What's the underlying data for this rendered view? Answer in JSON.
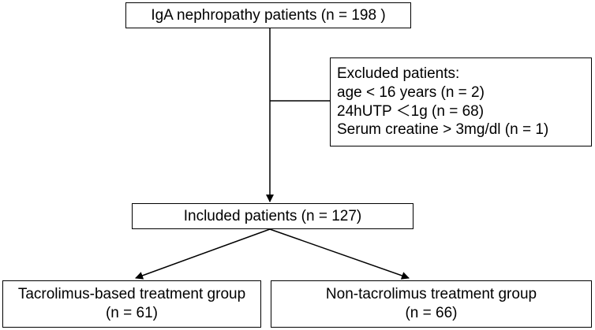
{
  "flowchart": {
    "total": {
      "label": "IgA nephropathy patients (n = 198 )"
    },
    "excluded": {
      "title": "Excluded patients:",
      "items": [
        "age < 16 years (n = 2)",
        "24hUTP ＜1g (n = 68)",
        "Serum creatine > 3mg/dl (n = 1)"
      ]
    },
    "included": {
      "label": "Included patients (n = 127)"
    },
    "groups": [
      {
        "name": "Tacrolimus-based treatment group",
        "count": "(n = 61)"
      },
      {
        "name": "Non-tacrolimus treatment group",
        "count": "(n = 66)"
      }
    ]
  },
  "colors": {
    "stroke": "#000000",
    "background": "#ffffff"
  }
}
